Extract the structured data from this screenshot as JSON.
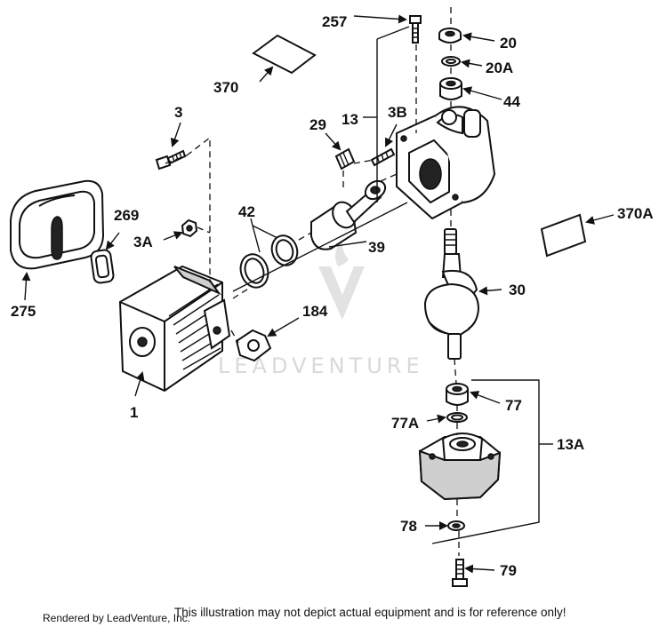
{
  "diagram": {
    "watermark": "LEADVENTURE",
    "labels": {
      "p257": "257",
      "p20": "20",
      "p20a": "20A",
      "p44": "44",
      "p370": "370",
      "p3": "3",
      "p13": "13",
      "p3b": "3B",
      "p29": "29",
      "p269": "269",
      "p42": "42",
      "p3a": "3A",
      "p370a": "370A",
      "p39": "39",
      "p275": "275",
      "p184": "184",
      "p30": "30",
      "p1": "1",
      "p77": "77",
      "p77a": "77A",
      "p13a": "13A",
      "p78": "78",
      "p79": "79"
    },
    "footer": {
      "credit": "Rendered by LeadVenture, Inc.",
      "disclaimer": "This illustration may not depict actual equipment and is for reference only!"
    }
  }
}
